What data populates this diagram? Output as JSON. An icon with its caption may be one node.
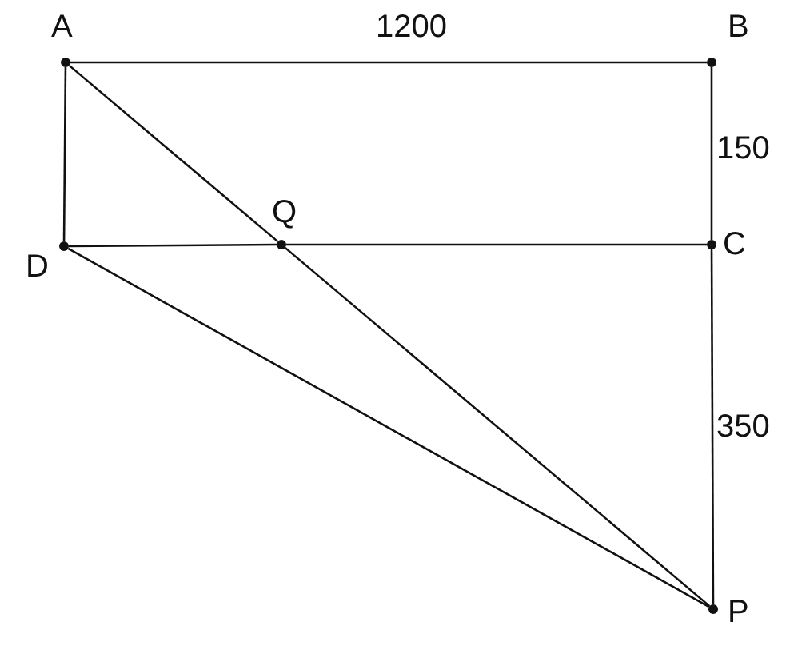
{
  "diagram": {
    "nodes": [
      {
        "text": [],
        "shape": "circle",
        "beside": [
          "A"
        ]
      },
      {
        "text": [],
        "shape": "circle",
        "beside": [
          "B"
        ]
      },
      {
        "text": [],
        "shape": "circle",
        "beside": [
          "C"
        ]
      },
      {
        "text": [],
        "shape": "circle",
        "beside": [
          "D"
        ]
      },
      {
        "text": [],
        "shape": "circle",
        "beside": [
          "Q"
        ]
      },
      {
        "text": [],
        "shape": "circle",
        "beside": [
          "P"
        ]
      }
    ],
    "edges": [
      {
        "from": 0,
        "to": 1,
        "arrow": "none"
      },
      {
        "from": 1,
        "to": 2,
        "arrow": "none"
      },
      {
        "from": 2,
        "to": 5,
        "arrow": "none"
      },
      {
        "from": 0,
        "to": 3,
        "arrow": "none"
      },
      {
        "from": 3,
        "to": 4,
        "arrow": "none"
      },
      {
        "from": 4,
        "to": 2,
        "arrow": "none"
      },
      {
        "from": 0,
        "to": 4,
        "arrow": "none"
      },
      {
        "from": 4,
        "to": 5,
        "arrow": "none"
      },
      {
        "from": 3,
        "to": 5,
        "arrow": "none"
      }
    ],
    "labels": [
      "1200",
      "150",
      "350"
    ]
  }
}
